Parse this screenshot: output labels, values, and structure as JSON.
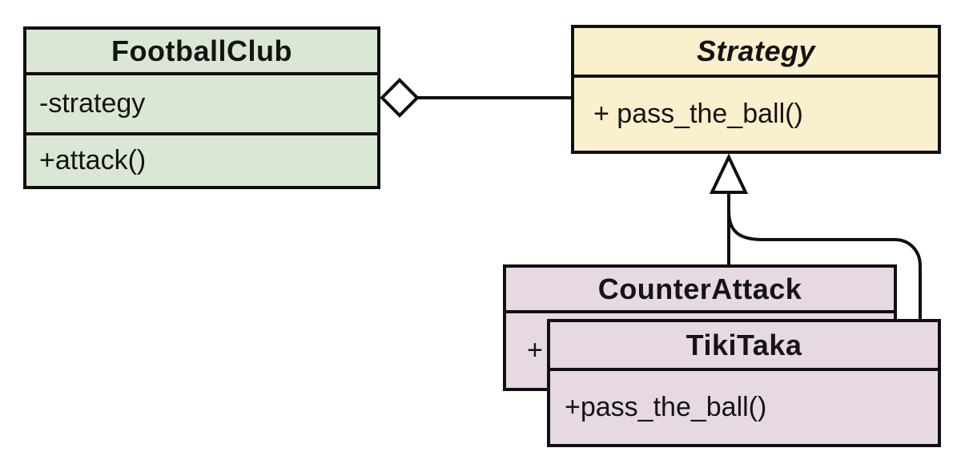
{
  "classes": {
    "football_club": {
      "name": "FootballClub",
      "attributes": [
        "-strategy"
      ],
      "methods": [
        "+attack()"
      ],
      "fill": "#dae7d4"
    },
    "strategy": {
      "name": "Strategy",
      "abstract": true,
      "methods": [
        "+ pass_the_ball()"
      ],
      "fill": "#faf0cd"
    },
    "counter_attack": {
      "name": "CounterAttack",
      "visible_method_fragment": "+",
      "fill": "#e6d9e3"
    },
    "tiki_taka": {
      "name": "TikiTaka",
      "methods": [
        "+pass_the_ball()"
      ],
      "fill": "#e6d9e3"
    }
  },
  "relationships": [
    {
      "type": "aggregation",
      "from": "FootballClub",
      "to": "Strategy",
      "marker": "hollow-diamond"
    },
    {
      "type": "inheritance",
      "from": "CounterAttack",
      "to": "Strategy",
      "marker": "hollow-triangle"
    },
    {
      "type": "inheritance",
      "from": "TikiTaka",
      "to": "Strategy",
      "marker": "hollow-triangle"
    }
  ],
  "colors": {
    "line": "#101010",
    "background": "#ffffff"
  }
}
